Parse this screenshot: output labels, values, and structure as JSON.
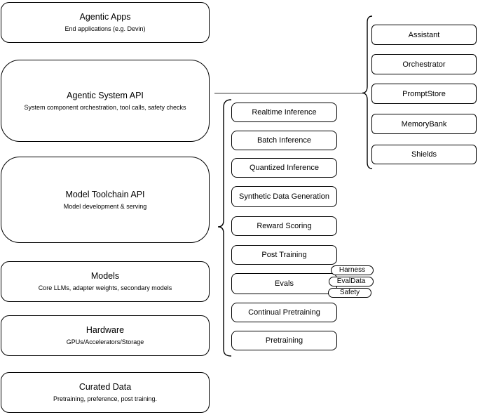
{
  "diagram": {
    "left_stack": [
      {
        "title": "Agentic Apps",
        "subtitle": "End applications (e.g. Devin)"
      },
      {
        "title": "Agentic System API",
        "subtitle": "System component orchestration, tool calls, safety checks"
      },
      {
        "title": "Model Toolchain API",
        "subtitle": "Model development & serving"
      },
      {
        "title": "Models",
        "subtitle": "Core LLMs, adapter weights, secondary models"
      },
      {
        "title": "Hardware",
        "subtitle": "GPUs/Accelerators/Storage"
      },
      {
        "title": "Curated Data",
        "subtitle": "Pretraining, preference, post training."
      }
    ],
    "toolchain_stack": [
      "Realtime Inference",
      "Batch Inference",
      "Quantized Inference",
      "Synthetic Data Generation",
      "Reward Scoring",
      "Post Training",
      "Evals",
      "Continual Pretraining",
      "Pretraining"
    ],
    "eval_tags": [
      "Harness",
      "EvalData",
      "Safety"
    ],
    "system_stack": [
      "Assistant",
      "Orchestrator",
      "PromptStore",
      "MemoryBank",
      "Shields"
    ],
    "colors": {
      "box_border": "#000000",
      "box_fill": "#ffffff",
      "connector": "#7f7f7f",
      "text": "#000000"
    }
  }
}
